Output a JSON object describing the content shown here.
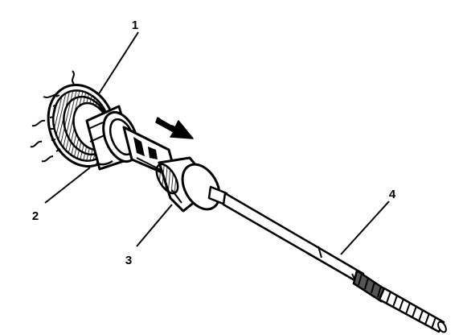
{
  "diagram": {
    "callouts": [
      {
        "id": "1",
        "label": "1"
      },
      {
        "id": "2",
        "label": "2"
      },
      {
        "id": "3",
        "label": "3"
      },
      {
        "id": "4",
        "label": "4"
      }
    ],
    "colors": {
      "ink": "#000000",
      "paper": "#ffffff",
      "shade": "#555555"
    },
    "icons": {
      "direction": "arrow-icon"
    }
  }
}
